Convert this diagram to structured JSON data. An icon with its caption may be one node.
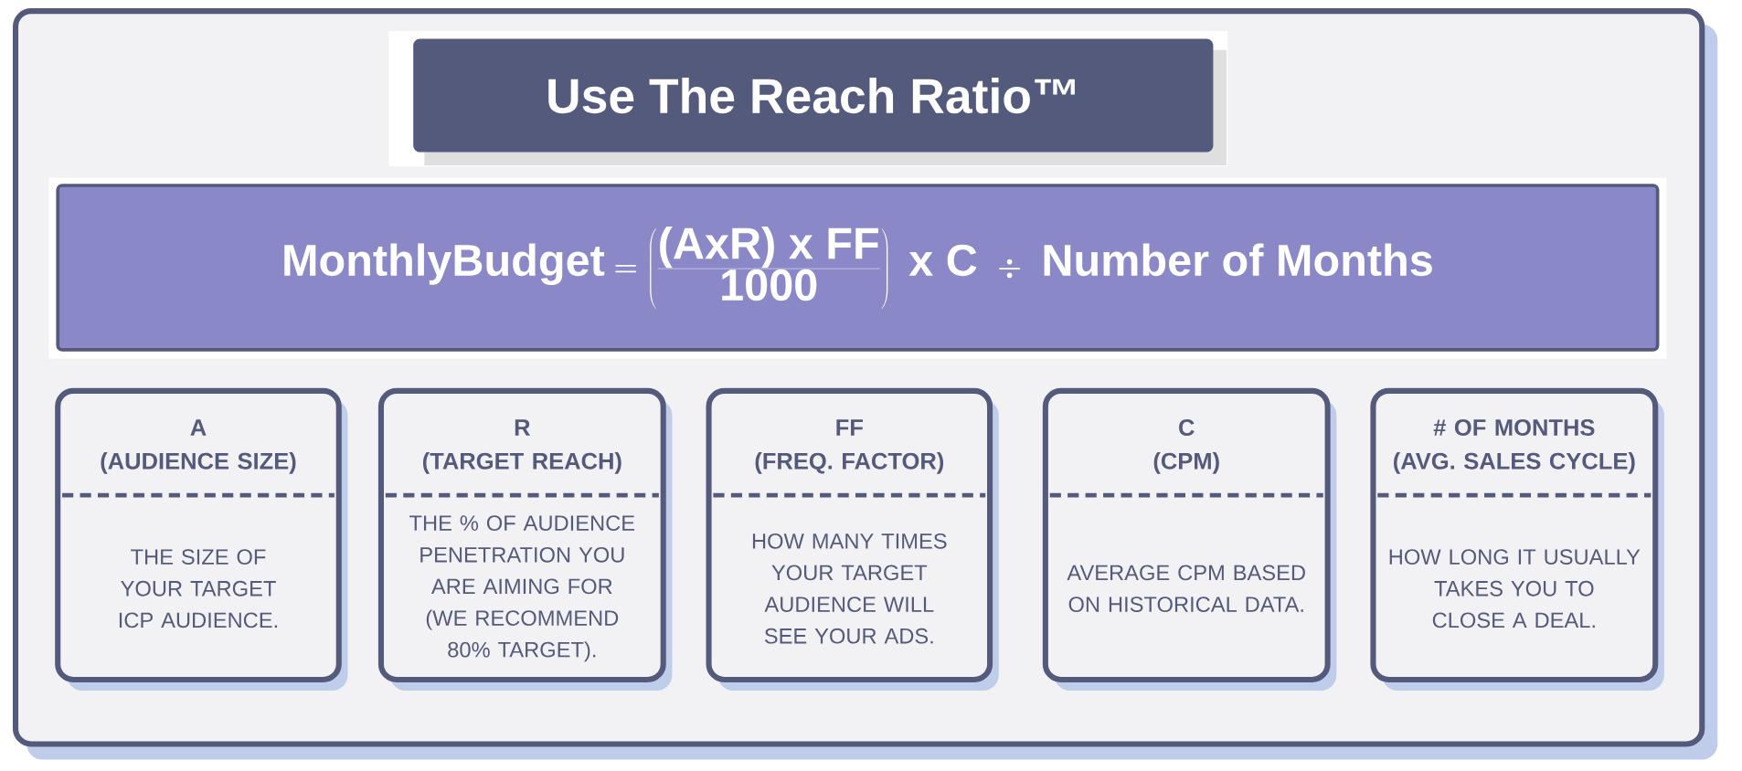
{
  "diagram": {
    "nodes": [
      {
        "text": [
          "Use The Reach Ratio™"
        ]
      },
      {
        "text": [
          "\\textbf{MonthlyBudget} = \\left(\\frac{\\textbf{(AxR) x FF}}{\\textbf{1000}}\\right) \\textbf{ x C } \\div \\textbf{ Number of Months}"
        ]
      },
      {
        "text": [
          "A",
          "(AUDIENCE SIZE)",
          "THE SIZE OF YOUR TARGET ICP AUDIENCE."
        ]
      },
      {
        "text": [
          "R",
          "(TARGET REACH)",
          "THE % OF AUDIENCE PENETRATION YOU ARE AIMING FOR (WE RECOMMEND 80% TARGET)."
        ]
      },
      {
        "text": [
          "FF",
          "(FREQ. FACTOR)",
          "HOW MANY TIMES YOUR TARGET AUDIENCE WILL SEE YOUR ADS."
        ]
      },
      {
        "text": [
          "C",
          "(CPM)",
          "AVERAGE CPM BASED ON HISTORICAL DATA."
        ]
      },
      {
        "text": [
          "# OF MONTHS",
          "(AVG. SALES CYCLE)",
          "HOW LONG IT USUALLY TAKES YOU TO CLOSE A DEAL."
        ]
      }
    ]
  }
}
